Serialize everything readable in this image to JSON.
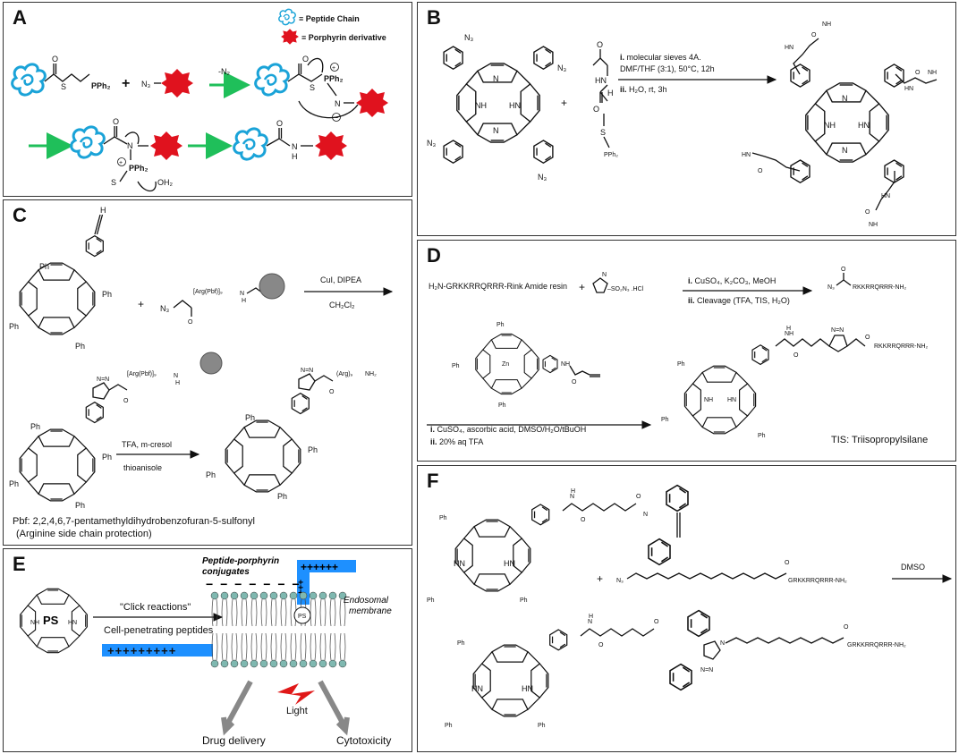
{
  "panels": {
    "a": {
      "letter": "A",
      "legend_peptide": "≡ Peptide Chain",
      "legend_porphyrin": "≡ Porphyrin derivative",
      "r1_s": "S",
      "r1_pph2": "PPh₂",
      "r1_o": "O",
      "r1_n3": "N₃",
      "r1_plus": "+",
      "r1_arrow": "-N₂",
      "r1_pph2b": "PPh₂",
      "r1_n": "N",
      "r1_s2": "S",
      "r1_o2": "O",
      "r2_n": "N",
      "r2_pph2": "PPh₂",
      "r2_s": "S",
      "r2_oh2": "OH₂",
      "r2_o": "O",
      "r2_nh": "N",
      "r2_h": "H",
      "r2_o2": "O",
      "peptide_color": "#1aa3d8",
      "porphyrin_color": "#e0121e",
      "arrow_color": "#1fbf5a"
    },
    "b": {
      "letter": "B",
      "cond1_num": "i.",
      "cond1": "molecular sieves 4A.",
      "cond2": "DMF/THF (3:1), 50°C, 12h",
      "cond3_num": "ii.",
      "cond3": "H₂O, rt, 3h",
      "n3": "N₃",
      "plus": "+",
      "nh": "NH",
      "hn": "HN",
      "n": "N",
      "s": "S",
      "o": "O",
      "pph2": "PPh₂",
      "h": "H",
      "h2": "N"
    },
    "c": {
      "letter": "C",
      "ph": "Ph",
      "h_alkyne": "H",
      "reagent_top": "CuI, DIPEA",
      "reagent_bottom": "CH₂Cl₂",
      "plus": "+",
      "n3": "N₃",
      "arg_pbf": "[Arg(Pbf)]₉",
      "nh": "N",
      "h": "H",
      "o": "O",
      "tfa": "TFA, m-cresol",
      "thioanisole": "thioanisole",
      "arg9": "(Arg)₉",
      "nh2": "NH₂",
      "n": "N",
      "note1": "Pbf: 2,2,4,6,7-pentamethyldihydrobenzofuran-5-sulfonyl",
      "note2": "(Arginine side chain protection)"
    },
    "d": {
      "letter": "D",
      "resin": "H₂N-GRKKRRQRRR-Rink Amide resin",
      "plus": "+",
      "reagent_salt": "–SO₂N₃ .HCl",
      "cond1_num": "i.",
      "cond1": "CuSO₄, K₂CO₃, MeOH",
      "cond2_num": "ii.",
      "cond2": "Cleavage (TFA, TIS, H₂O)",
      "product1_n3": "N₃",
      "product1_pep": "RKKRRQRRR-NH₂",
      "o": "O",
      "ph": "Ph",
      "zn": "Zn",
      "nh": "NH",
      "n": "N",
      "cond3_num": "i.",
      "cond3": "CuSO₄, ascorbic acid, DMSO/H₂O/tBuOH",
      "cond4_num": "ii.",
      "cond4": "20% aq TFA",
      "product2_pep": "RKKRRQRRR-NH₂",
      "tis": "TIS: Triisopropylsilane",
      "h": "H",
      "hn": "HN"
    },
    "e": {
      "letter": "E",
      "ps": "PS",
      "nh": "NH",
      "hn": "HN",
      "n": "N",
      "click": "\"Click reactions\"",
      "cpp": "Cell-penetrating peptides",
      "plus_bar": "+++++++++",
      "ppc1": "Peptide-porphyrin",
      "ppc2": "conjugates",
      "plus_top": "++++++",
      "plus_v": "+++",
      "minus": "− − − − − − −",
      "ps_mem": "PS",
      "endo1": "Endosomal",
      "endo2": "membrane",
      "light": "Light",
      "drug": "Drug delivery",
      "cyto": "Cytotoxicity",
      "bar_color": "#1e90ff",
      "bolt_color": "#e01818",
      "head_color": "#7fb8b0"
    },
    "f": {
      "letter": "F",
      "o": "O",
      "nh": "N",
      "h": "H",
      "n": "N",
      "ph": "Ph",
      "hn": "HN",
      "plus": "+",
      "n3": "N₃",
      "pep": "GRKKRRQRRR-NH₂",
      "dmso": "DMSO",
      "pep2": "GRKKRRQRRR-NH₂"
    }
  }
}
